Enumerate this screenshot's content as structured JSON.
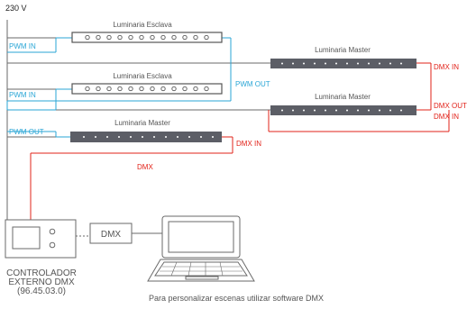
{
  "diagram": {
    "power_label": "230 V",
    "slave_label": "Luminaria Esclava",
    "master_label": "Luminaria Master",
    "pwm_in": "PWM IN",
    "pwm_out": "PWM OUT",
    "dmx_in": "DMX IN",
    "dmx_out": "DMX OUT",
    "dmx": "DMX",
    "dmx_box": "DMX",
    "controller_line1": "CONTROLADOR",
    "controller_line2": "EXTERNO DMX",
    "controller_line3": "(96.45.03.0)",
    "software_note": "Para personalizar escenas utilizar software DMX",
    "colors": {
      "power_wire": "#6a6a6a",
      "pwm_wire": "#2aa6d6",
      "dmx_wire": "#e2231a",
      "master_bar": "#5c5e66",
      "slave_bar_border": "#555555",
      "text": "#555555"
    }
  }
}
